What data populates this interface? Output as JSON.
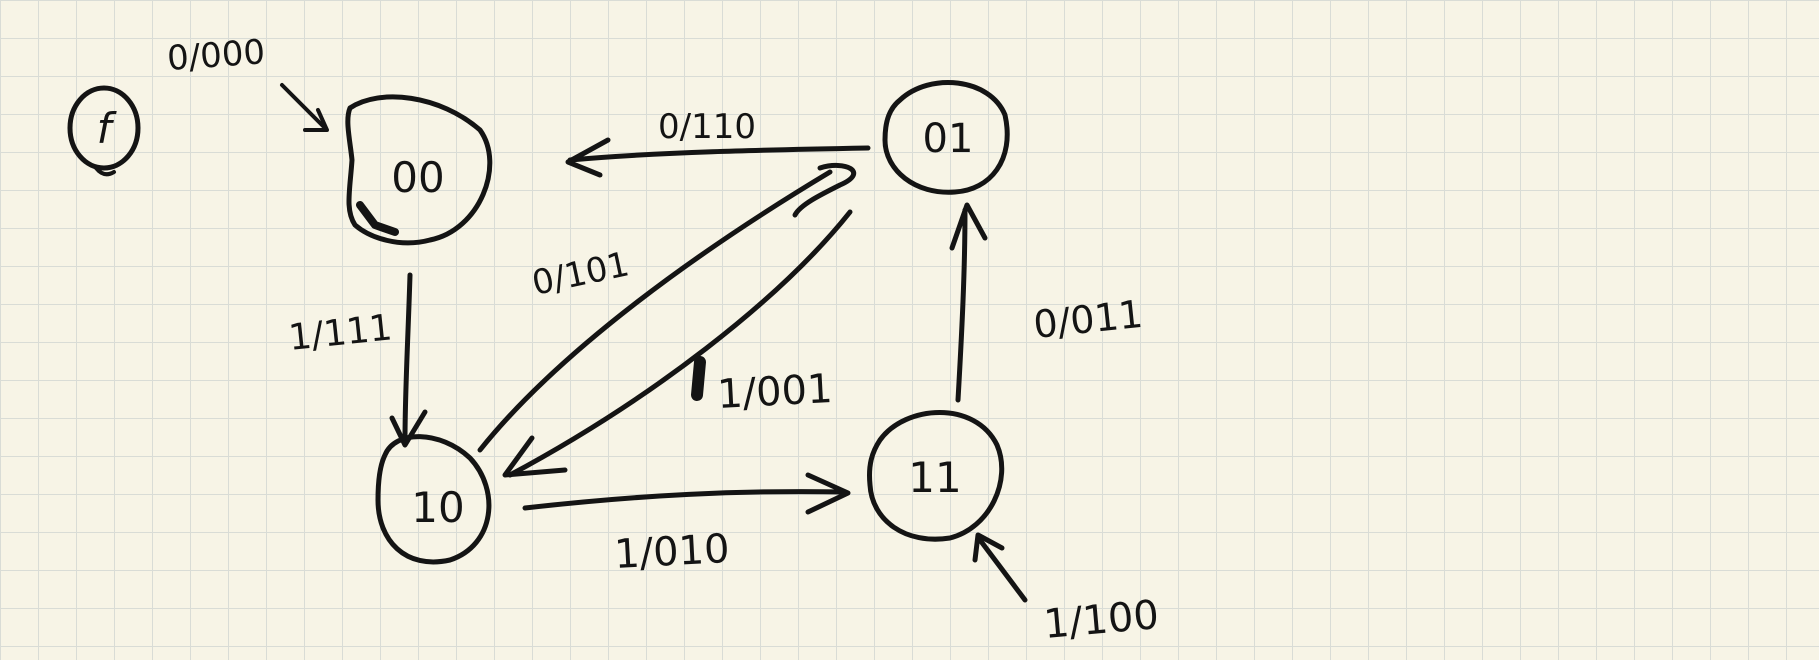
{
  "symbol": "f",
  "states": {
    "s00": "00",
    "s01": "01",
    "s10": "10",
    "s11": "11"
  },
  "transitions": {
    "self_00": "0/000",
    "t_01_00": "0/110",
    "t_00_10": "1/111",
    "t_10_01": "0/101",
    "t_01_10": "1/001",
    "t_01_11": "0/011",
    "t_10_11": "1/010",
    "self_11": "1/100"
  }
}
